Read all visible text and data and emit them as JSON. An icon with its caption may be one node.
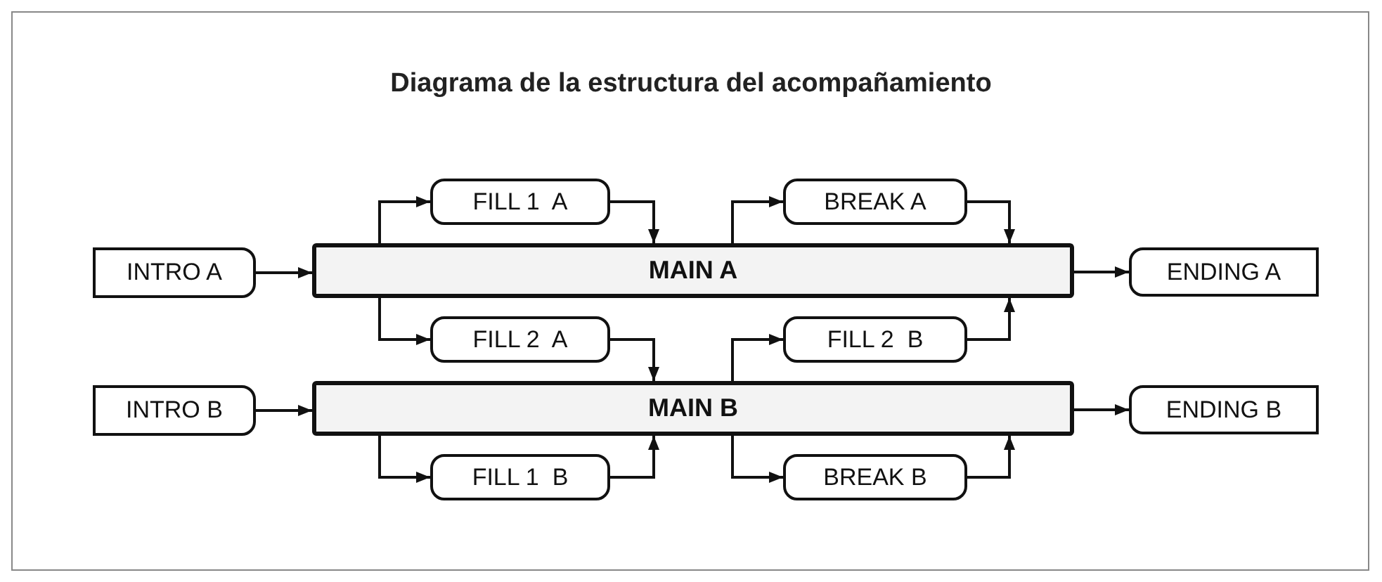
{
  "diagram": {
    "title": "Diagrama de la estructura del acompañamiento",
    "nodes": [
      {
        "text": [
          "FILL 1  A"
        ]
      },
      {
        "text": [
          "BREAK A"
        ]
      },
      {
        "text": [
          "INTRO A"
        ]
      },
      {
        "text": [
          "MAIN A"
        ]
      },
      {
        "text": [
          "ENDING A"
        ]
      },
      {
        "text": [
          "FILL 2  A"
        ]
      },
      {
        "text": [
          "FILL 2  B"
        ]
      },
      {
        "text": [
          "INTRO B"
        ]
      },
      {
        "text": [
          "MAIN B"
        ]
      },
      {
        "text": [
          "ENDING B"
        ]
      },
      {
        "text": [
          "FILL 1  B"
        ]
      },
      {
        "text": [
          "BREAK B"
        ]
      }
    ],
    "edges": [
      {
        "from": 2,
        "to": 3,
        "arrow": "to"
      },
      {
        "from": 3,
        "to": 0,
        "arrow": "to"
      },
      {
        "from": 0,
        "to": 3,
        "arrow": "to"
      },
      {
        "from": 3,
        "to": 1,
        "arrow": "to"
      },
      {
        "from": 1,
        "to": 3,
        "arrow": "to"
      },
      {
        "from": 3,
        "to": 4,
        "arrow": "to"
      },
      {
        "from": 3,
        "to": 5,
        "arrow": "to"
      },
      {
        "from": 5,
        "to": 8,
        "arrow": "to"
      },
      {
        "from": 8,
        "to": 6,
        "arrow": "to"
      },
      {
        "from": 6,
        "to": 3,
        "arrow": "to"
      },
      {
        "from": 7,
        "to": 8,
        "arrow": "to"
      },
      {
        "from": 8,
        "to": 9,
        "arrow": "to"
      },
      {
        "from": 8,
        "to": 10,
        "arrow": "to"
      },
      {
        "from": 10,
        "to": 8,
        "arrow": "to"
      },
      {
        "from": 8,
        "to": 11,
        "arrow": "to"
      },
      {
        "from": 11,
        "to": 8,
        "arrow": "to"
      }
    ]
  }
}
